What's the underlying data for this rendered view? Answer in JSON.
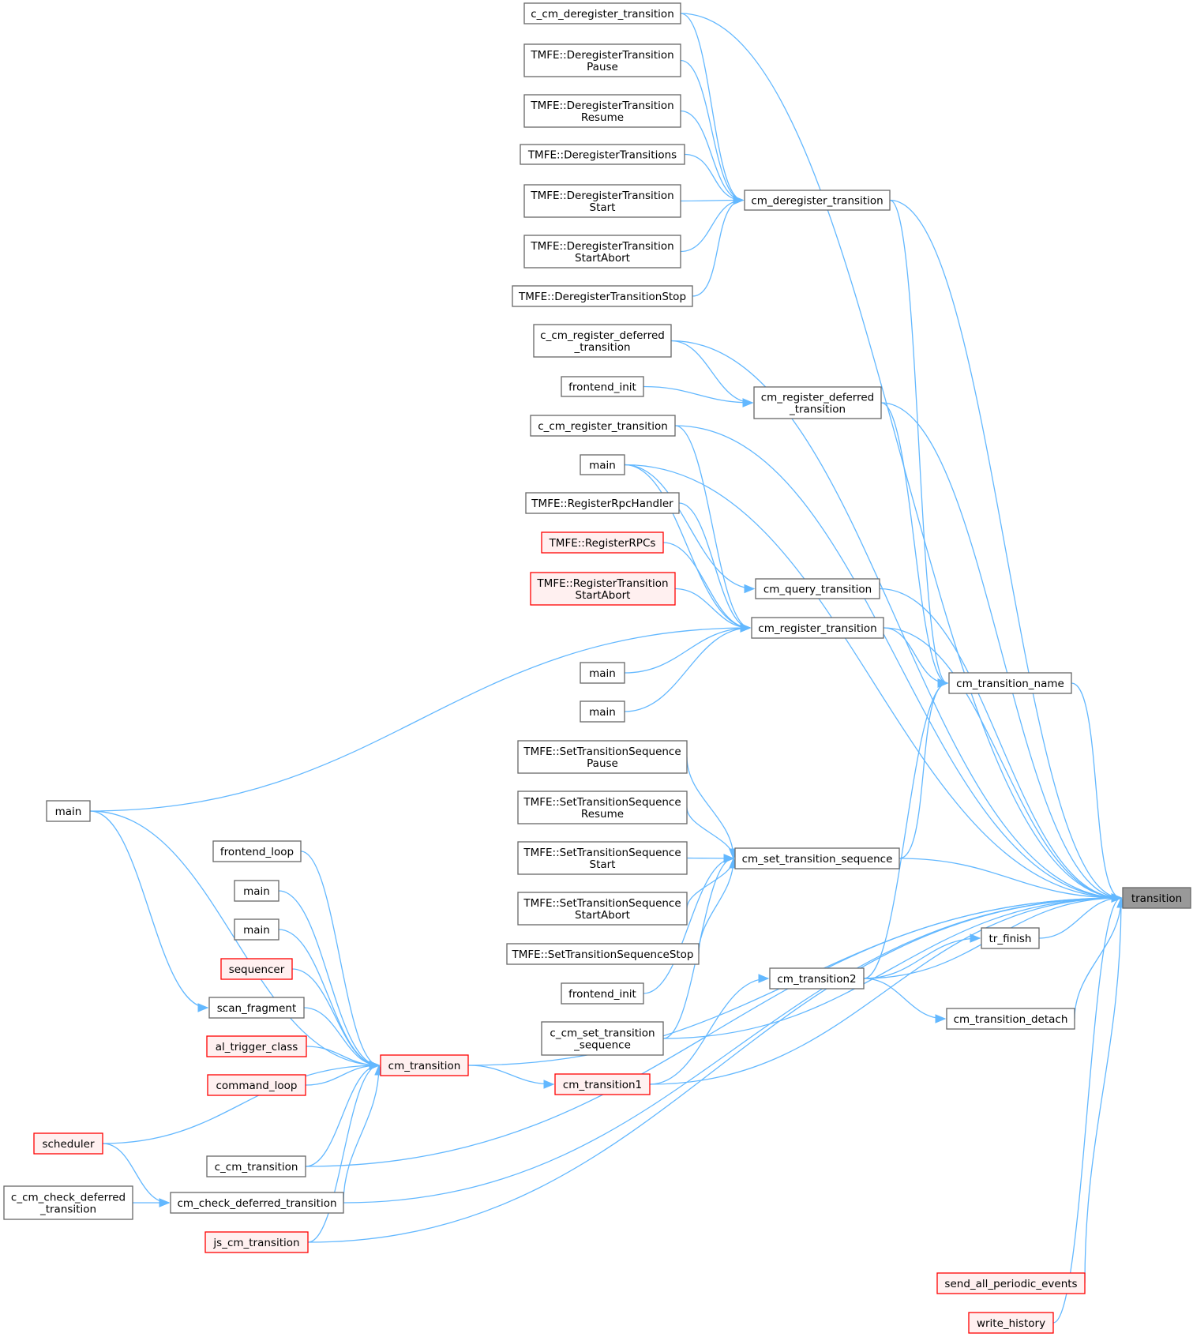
{
  "graph": {
    "root": "transition",
    "nodes": [
      {
        "id": "transition",
        "lines": [
          "transition"
        ],
        "style": "root"
      },
      {
        "id": "c_cm_deregister_transition",
        "lines": [
          "c_cm_deregister_transition"
        ],
        "style": "normal"
      },
      {
        "id": "tmfe_dereg_pause",
        "lines": [
          "TMFE::DeregisterTransition",
          "Pause"
        ],
        "style": "normal"
      },
      {
        "id": "tmfe_dereg_resume",
        "lines": [
          "TMFE::DeregisterTransition",
          "Resume"
        ],
        "style": "normal"
      },
      {
        "id": "tmfe_dereg_transitions",
        "lines": [
          "TMFE::DeregisterTransitions"
        ],
        "style": "normal"
      },
      {
        "id": "tmfe_dereg_start",
        "lines": [
          "TMFE::DeregisterTransition",
          "Start"
        ],
        "style": "normal"
      },
      {
        "id": "tmfe_dereg_startabort",
        "lines": [
          "TMFE::DeregisterTransition",
          "StartAbort"
        ],
        "style": "normal"
      },
      {
        "id": "tmfe_dereg_stop",
        "lines": [
          "TMFE::DeregisterTransitionStop"
        ],
        "style": "normal"
      },
      {
        "id": "cm_deregister_transition",
        "lines": [
          "cm_deregister_transition"
        ],
        "style": "normal"
      },
      {
        "id": "c_cm_register_deferred_transition",
        "lines": [
          "c_cm_register_deferred",
          "_transition"
        ],
        "style": "normal"
      },
      {
        "id": "frontend_init_1",
        "lines": [
          "frontend_init"
        ],
        "style": "normal"
      },
      {
        "id": "cm_register_deferred_transition",
        "lines": [
          "cm_register_deferred",
          "_transition"
        ],
        "style": "normal"
      },
      {
        "id": "c_cm_register_transition",
        "lines": [
          "c_cm_register_transition"
        ],
        "style": "normal"
      },
      {
        "id": "main_1",
        "lines": [
          "main"
        ],
        "style": "normal"
      },
      {
        "id": "tmfe_register_rpc_handler",
        "lines": [
          "TMFE::RegisterRpcHandler"
        ],
        "style": "normal"
      },
      {
        "id": "tmfe_register_rpcs",
        "lines": [
          "TMFE::RegisterRPCs"
        ],
        "style": "red"
      },
      {
        "id": "tmfe_register_transition_startabort",
        "lines": [
          "TMFE::RegisterTransition",
          "StartAbort"
        ],
        "style": "red"
      },
      {
        "id": "cm_query_transition",
        "lines": [
          "cm_query_transition"
        ],
        "style": "normal"
      },
      {
        "id": "cm_register_transition",
        "lines": [
          "cm_register_transition"
        ],
        "style": "normal"
      },
      {
        "id": "main_2",
        "lines": [
          "main"
        ],
        "style": "normal"
      },
      {
        "id": "main_3",
        "lines": [
          "main"
        ],
        "style": "normal"
      },
      {
        "id": "cm_transition_name",
        "lines": [
          "cm_transition_name"
        ],
        "style": "normal"
      },
      {
        "id": "main_left",
        "lines": [
          "main"
        ],
        "style": "normal"
      },
      {
        "id": "tmfe_seq_pause",
        "lines": [
          "TMFE::SetTransitionSequence",
          "Pause"
        ],
        "style": "normal"
      },
      {
        "id": "tmfe_seq_resume",
        "lines": [
          "TMFE::SetTransitionSequence",
          "Resume"
        ],
        "style": "normal"
      },
      {
        "id": "tmfe_seq_start",
        "lines": [
          "TMFE::SetTransitionSequence",
          "Start"
        ],
        "style": "normal"
      },
      {
        "id": "tmfe_seq_startabort",
        "lines": [
          "TMFE::SetTransitionSequence",
          "StartAbort"
        ],
        "style": "normal"
      },
      {
        "id": "tmfe_seq_stop",
        "lines": [
          "TMFE::SetTransitionSequenceStop"
        ],
        "style": "normal"
      },
      {
        "id": "frontend_init_2",
        "lines": [
          "frontend_init"
        ],
        "style": "normal"
      },
      {
        "id": "c_cm_set_transition_sequence",
        "lines": [
          "c_cm_set_transition",
          "_sequence"
        ],
        "style": "normal"
      },
      {
        "id": "cm_set_transition_sequence",
        "lines": [
          "cm_set_transition_sequence"
        ],
        "style": "normal"
      },
      {
        "id": "tr_finish",
        "lines": [
          "tr_finish"
        ],
        "style": "normal"
      },
      {
        "id": "cm_transition2",
        "lines": [
          "cm_transition2"
        ],
        "style": "normal"
      },
      {
        "id": "cm_transition_detach",
        "lines": [
          "cm_transition_detach"
        ],
        "style": "normal"
      },
      {
        "id": "frontend_loop",
        "lines": [
          "frontend_loop"
        ],
        "style": "normal"
      },
      {
        "id": "main_4",
        "lines": [
          "main"
        ],
        "style": "normal"
      },
      {
        "id": "main_5",
        "lines": [
          "main"
        ],
        "style": "normal"
      },
      {
        "id": "sequencer",
        "lines": [
          "sequencer"
        ],
        "style": "red"
      },
      {
        "id": "scan_fragment",
        "lines": [
          "scan_fragment"
        ],
        "style": "normal"
      },
      {
        "id": "al_trigger_class",
        "lines": [
          "al_trigger_class"
        ],
        "style": "red"
      },
      {
        "id": "command_loop",
        "lines": [
          "command_loop"
        ],
        "style": "red"
      },
      {
        "id": "cm_transition",
        "lines": [
          "cm_transition"
        ],
        "style": "red"
      },
      {
        "id": "cm_transition1",
        "lines": [
          "cm_transition1"
        ],
        "style": "red"
      },
      {
        "id": "scheduler",
        "lines": [
          "scheduler"
        ],
        "style": "red"
      },
      {
        "id": "c_cm_transition",
        "lines": [
          "c_cm_transition"
        ],
        "style": "normal"
      },
      {
        "id": "c_cm_check_deferred_transition",
        "lines": [
          "c_cm_check_deferred",
          "_transition"
        ],
        "style": "normal"
      },
      {
        "id": "cm_check_deferred_transition",
        "lines": [
          "cm_check_deferred_transition"
        ],
        "style": "normal"
      },
      {
        "id": "js_cm_transition",
        "lines": [
          "js_cm_transition"
        ],
        "style": "red"
      },
      {
        "id": "send_all_periodic_events",
        "lines": [
          "send_all_periodic_events"
        ],
        "style": "red"
      },
      {
        "id": "write_history",
        "lines": [
          "write_history"
        ],
        "style": "red"
      }
    ],
    "edges": [
      {
        "from": "c_cm_deregister_transition",
        "to": "cm_deregister_transition"
      },
      {
        "from": "c_cm_deregister_transition",
        "to": "transition"
      },
      {
        "from": "tmfe_dereg_pause",
        "to": "cm_deregister_transition"
      },
      {
        "from": "tmfe_dereg_resume",
        "to": "cm_deregister_transition"
      },
      {
        "from": "tmfe_dereg_transitions",
        "to": "cm_deregister_transition"
      },
      {
        "from": "tmfe_dereg_start",
        "to": "cm_deregister_transition"
      },
      {
        "from": "tmfe_dereg_startabort",
        "to": "cm_deregister_transition"
      },
      {
        "from": "tmfe_dereg_stop",
        "to": "cm_deregister_transition"
      },
      {
        "from": "cm_deregister_transition",
        "to": "transition"
      },
      {
        "from": "cm_deregister_transition",
        "to": "cm_transition_name"
      },
      {
        "from": "c_cm_register_deferred_transition",
        "to": "cm_register_deferred_transition"
      },
      {
        "from": "c_cm_register_deferred_transition",
        "to": "transition"
      },
      {
        "from": "frontend_init_1",
        "to": "cm_register_deferred_transition"
      },
      {
        "from": "cm_register_deferred_transition",
        "to": "transition"
      },
      {
        "from": "cm_register_deferred_transition",
        "to": "cm_transition_name"
      },
      {
        "from": "c_cm_register_transition",
        "to": "cm_register_transition"
      },
      {
        "from": "c_cm_register_transition",
        "to": "transition"
      },
      {
        "from": "main_1",
        "to": "cm_query_transition"
      },
      {
        "from": "main_1",
        "to": "cm_register_transition"
      },
      {
        "from": "main_1",
        "to": "transition"
      },
      {
        "from": "tmfe_register_rpc_handler",
        "to": "cm_register_transition"
      },
      {
        "from": "tmfe_register_rpcs",
        "to": "cm_register_transition"
      },
      {
        "from": "tmfe_register_transition_startabort",
        "to": "cm_register_transition"
      },
      {
        "from": "cm_query_transition",
        "to": "transition"
      },
      {
        "from": "main_2",
        "to": "cm_register_transition"
      },
      {
        "from": "main_3",
        "to": "cm_register_transition"
      },
      {
        "from": "main_left",
        "to": "cm_register_transition"
      },
      {
        "from": "main_left",
        "to": "cm_transition"
      },
      {
        "from": "main_left",
        "to": "scan_fragment"
      },
      {
        "from": "cm_register_transition",
        "to": "cm_transition_name"
      },
      {
        "from": "cm_register_transition",
        "to": "transition"
      },
      {
        "from": "cm_transition_name",
        "to": "transition"
      },
      {
        "from": "tmfe_seq_pause",
        "to": "cm_set_transition_sequence"
      },
      {
        "from": "tmfe_seq_resume",
        "to": "cm_set_transition_sequence"
      },
      {
        "from": "tmfe_seq_start",
        "to": "cm_set_transition_sequence"
      },
      {
        "from": "tmfe_seq_startabort",
        "to": "cm_set_transition_sequence"
      },
      {
        "from": "tmfe_seq_stop",
        "to": "cm_set_transition_sequence"
      },
      {
        "from": "frontend_init_2",
        "to": "cm_set_transition_sequence"
      },
      {
        "from": "c_cm_set_transition_sequence",
        "to": "cm_set_transition_sequence"
      },
      {
        "from": "c_cm_set_transition_sequence",
        "to": "transition"
      },
      {
        "from": "cm_set_transition_sequence",
        "to": "cm_transition_name"
      },
      {
        "from": "cm_set_transition_sequence",
        "to": "transition"
      },
      {
        "from": "tr_finish",
        "to": "transition"
      },
      {
        "from": "cm_transition2",
        "to": "tr_finish"
      },
      {
        "from": "cm_transition2",
        "to": "cm_transition_name"
      },
      {
        "from": "cm_transition2",
        "to": "transition"
      },
      {
        "from": "cm_transition2",
        "to": "cm_transition_detach"
      },
      {
        "from": "cm_transition_detach",
        "to": "transition"
      },
      {
        "from": "frontend_loop",
        "to": "cm_transition"
      },
      {
        "from": "main_4",
        "to": "cm_transition"
      },
      {
        "from": "main_5",
        "to": "cm_transition"
      },
      {
        "from": "sequencer",
        "to": "cm_transition"
      },
      {
        "from": "scan_fragment",
        "to": "cm_transition"
      },
      {
        "from": "al_trigger_class",
        "to": "cm_transition"
      },
      {
        "from": "command_loop",
        "to": "cm_transition"
      },
      {
        "from": "scheduler",
        "to": "cm_transition"
      },
      {
        "from": "scheduler",
        "to": "cm_check_deferred_transition"
      },
      {
        "from": "c_cm_transition",
        "to": "cm_transition"
      },
      {
        "from": "c_cm_transition",
        "to": "transition"
      },
      {
        "from": "cm_check_deferred_transition",
        "to": "cm_transition"
      },
      {
        "from": "cm_check_deferred_transition",
        "to": "transition"
      },
      {
        "from": "c_cm_check_deferred_transition",
        "to": "cm_check_deferred_transition"
      },
      {
        "from": "js_cm_transition",
        "to": "cm_transition"
      },
      {
        "from": "js_cm_transition",
        "to": "transition"
      },
      {
        "from": "cm_transition",
        "to": "cm_transition1"
      },
      {
        "from": "cm_transition",
        "to": "transition"
      },
      {
        "from": "cm_transition1",
        "to": "cm_transition2"
      },
      {
        "from": "cm_transition1",
        "to": "transition"
      },
      {
        "from": "send_all_periodic_events",
        "to": "transition"
      },
      {
        "from": "write_history",
        "to": "transition"
      }
    ]
  }
}
